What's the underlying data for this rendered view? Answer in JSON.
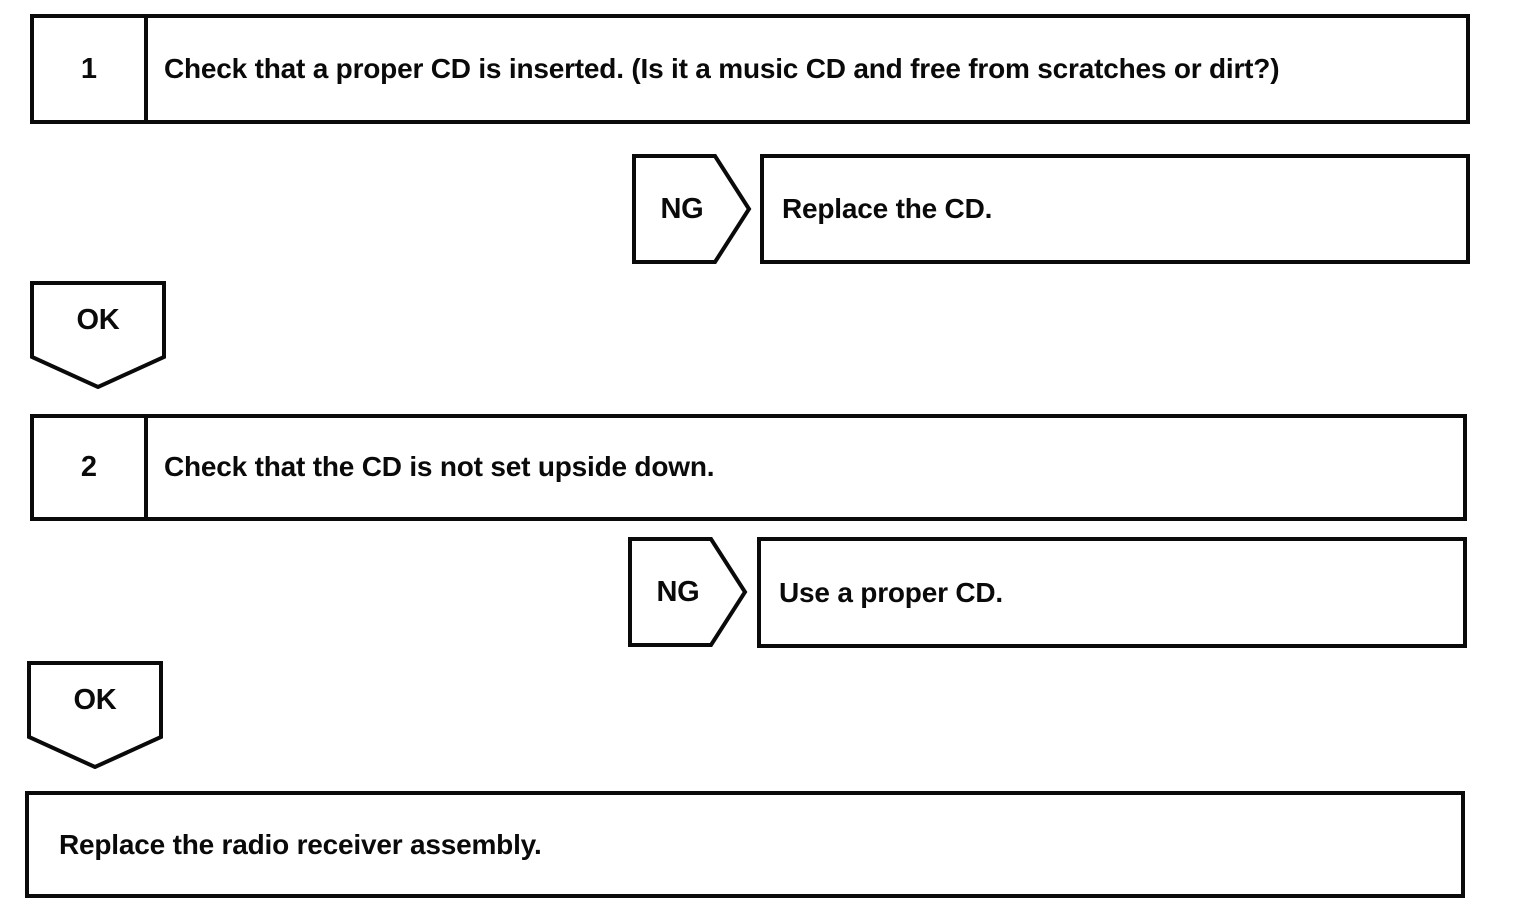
{
  "page": {
    "background": "#ffffff",
    "line_color": "#0a0a0a"
  },
  "flowchart": {
    "steps": [
      {
        "number": "1",
        "instruction": "Check that a proper CD is inserted. (Is it a music CD and free from scratches or dirt?)",
        "ng_label": "NG",
        "ng_action": "Replace the CD.",
        "ok_label": "OK"
      },
      {
        "number": "2",
        "instruction": "Check that the CD is not set upside down.",
        "ng_label": "NG",
        "ng_action": "Use a proper CD.",
        "ok_label": "OK"
      }
    ],
    "final_action": "Replace the radio receiver assembly."
  }
}
